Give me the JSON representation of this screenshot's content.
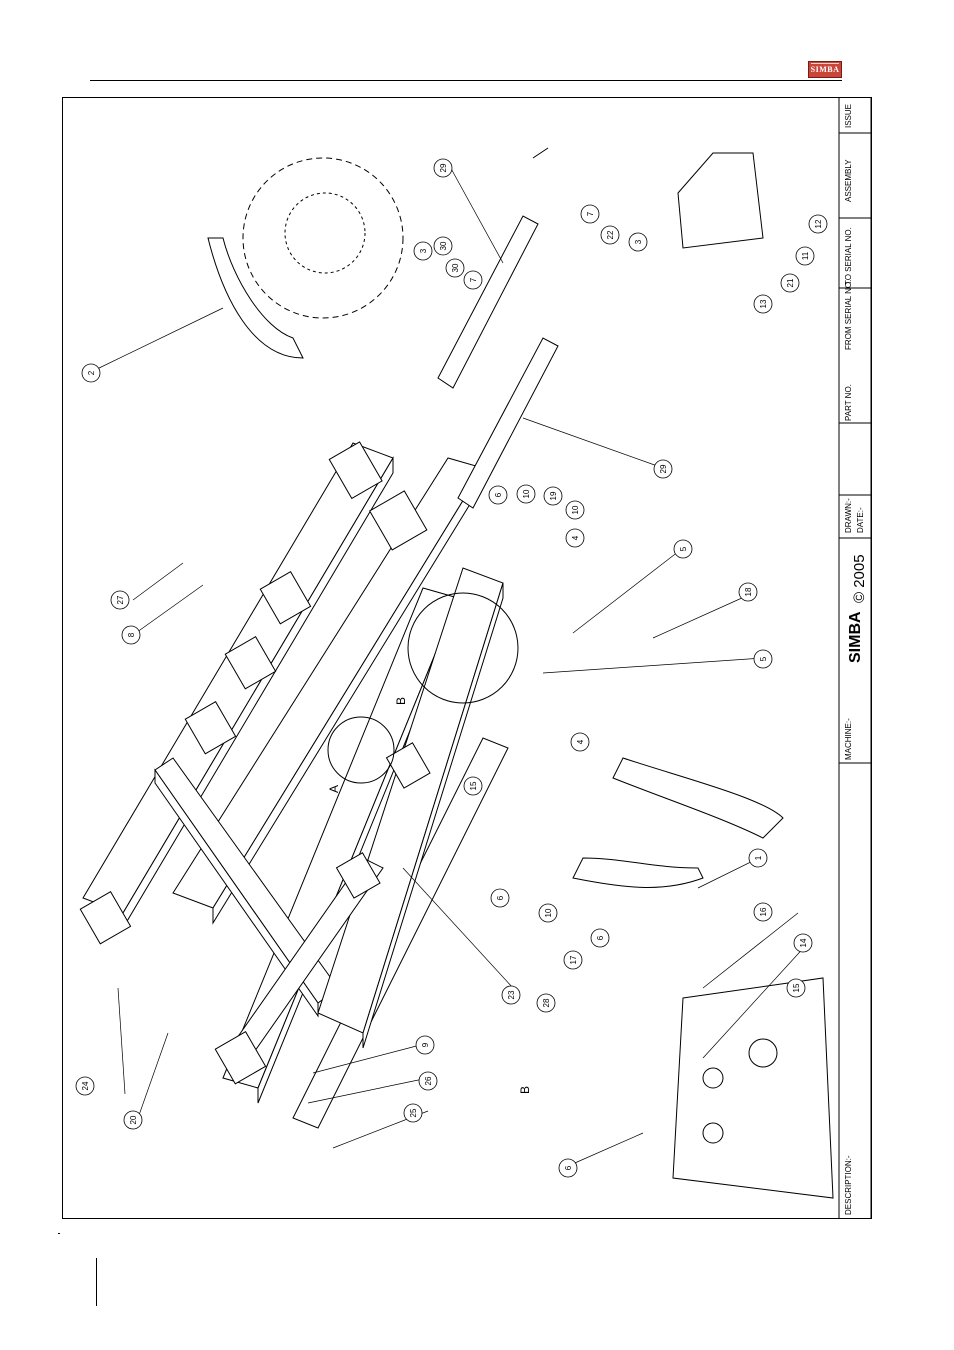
{
  "logo": {
    "text": "SIMBA",
    "color": "#c8463a"
  },
  "title_block": {
    "description_label": "DESCRIPTION:-",
    "machine_label": "MACHINE:-",
    "brand": "SIMBA",
    "copyright": "© 2005",
    "drawn_label": "DRAWN:-",
    "date_label": "DATE:-",
    "part_no_label": "PART NO.",
    "from_serial_label": "FROM SERIAL NO.",
    "to_serial_label": "TO SERIAL NO.",
    "assembly_label": "ASSEMBLY",
    "issue_label": "ISSUE"
  },
  "view_labels": {
    "a": "A",
    "b1": "B",
    "b2": "B"
  },
  "callouts": [
    "29",
    "3",
    "30",
    "30",
    "7",
    "7",
    "22",
    "3",
    "2",
    "12",
    "11",
    "21",
    "13",
    "29",
    "6",
    "10",
    "19",
    "10",
    "4",
    "5",
    "18",
    "5",
    "27",
    "8",
    "15",
    "4",
    "1",
    "6",
    "10",
    "23",
    "16",
    "14",
    "15",
    "6",
    "17",
    "28",
    "9",
    "26",
    "25",
    "24",
    "20",
    "6"
  ]
}
